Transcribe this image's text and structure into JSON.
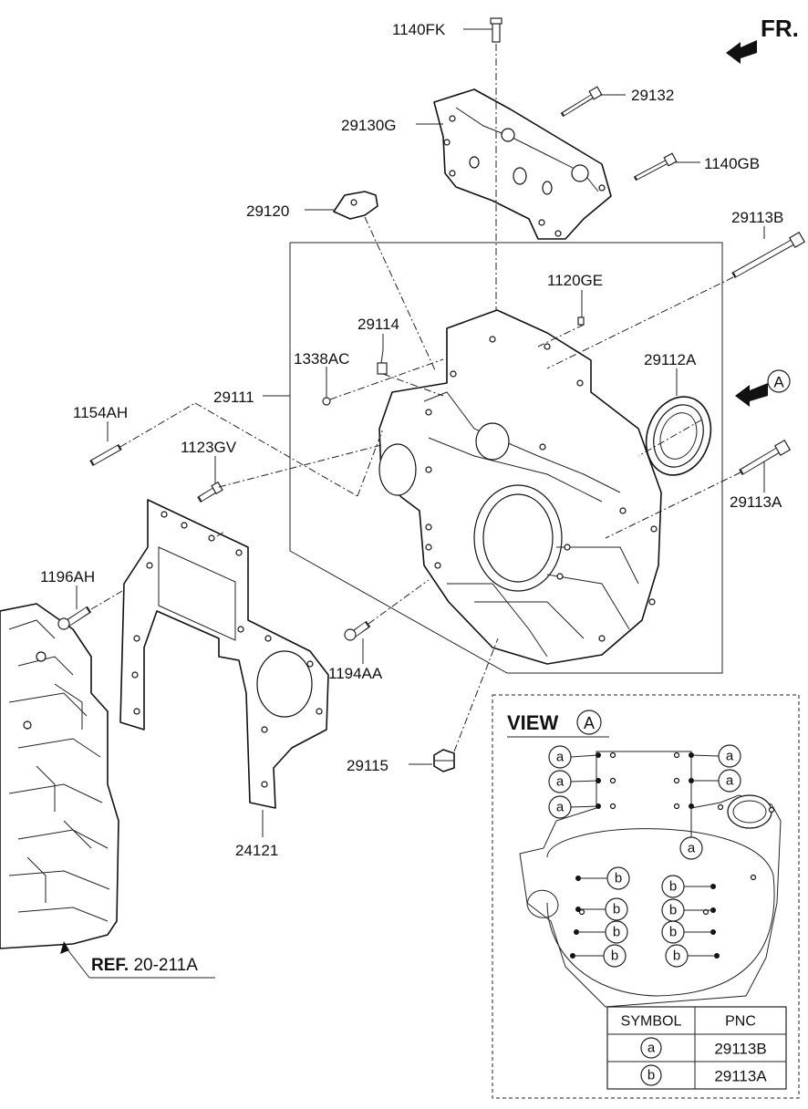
{
  "orientation": {
    "front_label": "FR.",
    "view_arrow_letter": "A"
  },
  "part_labels": {
    "p1140FK": "1140FK",
    "p29132": "29132",
    "p29130G": "29130G",
    "p1140GB": "1140GB",
    "p29120": "29120",
    "p29113B": "29113B",
    "p1120GE": "1120GE",
    "p29114": "29114",
    "p1338AC": "1338AC",
    "p29112A": "29112A",
    "p29111": "29111",
    "p1154AH": "1154AH",
    "p1123GV": "1123GV",
    "p29113A": "29113A",
    "p1196AH": "1196AH",
    "p1194AA": "1194AA",
    "p29115": "29115",
    "p24121": "24121"
  },
  "reference": {
    "bold": "REF.",
    "code": "20-211A"
  },
  "view_panel": {
    "title": "VIEW",
    "letter": "A",
    "callouts": {
      "a": "a",
      "b": "b"
    },
    "legend": {
      "header_symbol": "SYMBOL",
      "header_pnc": "PNC",
      "rows": [
        {
          "symbol": "a",
          "pnc": "29113B"
        },
        {
          "symbol": "b",
          "pnc": "29113A"
        }
      ]
    }
  }
}
